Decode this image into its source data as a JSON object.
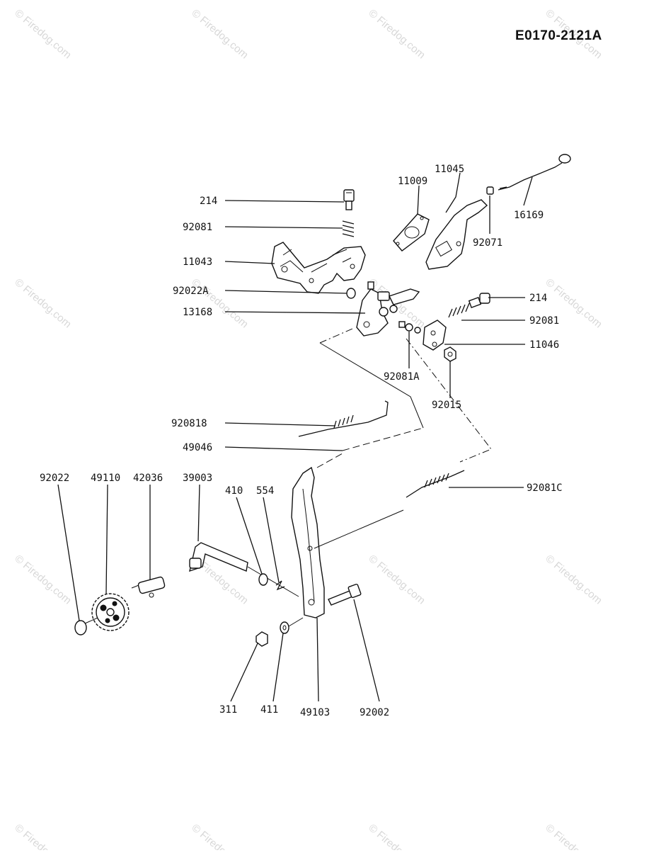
{
  "diagram": {
    "id": "E0170-2121A",
    "watermark": "© Firedog.com",
    "parts": {
      "p214_top": "214",
      "p92081_top": "92081",
      "p11043": "11043",
      "p92022A": "92022A",
      "p13168": "13168",
      "p11009": "11009",
      "p11045": "11045",
      "p16169": "16169",
      "p92071": "92071",
      "p214_right": "214",
      "p92081_right": "92081",
      "p11046": "11046",
      "p92081A": "92081A",
      "p92015": "92015",
      "p920818": "920818",
      "p49046": "49046",
      "p92081C": "92081C",
      "p92022": "92022",
      "p49110": "49110",
      "p42036": "42036",
      "p39003": "39003",
      "p410": "410",
      "p554": "554",
      "p311": "311",
      "p411": "411",
      "p49103": "49103",
      "p92002": "92002"
    }
  }
}
